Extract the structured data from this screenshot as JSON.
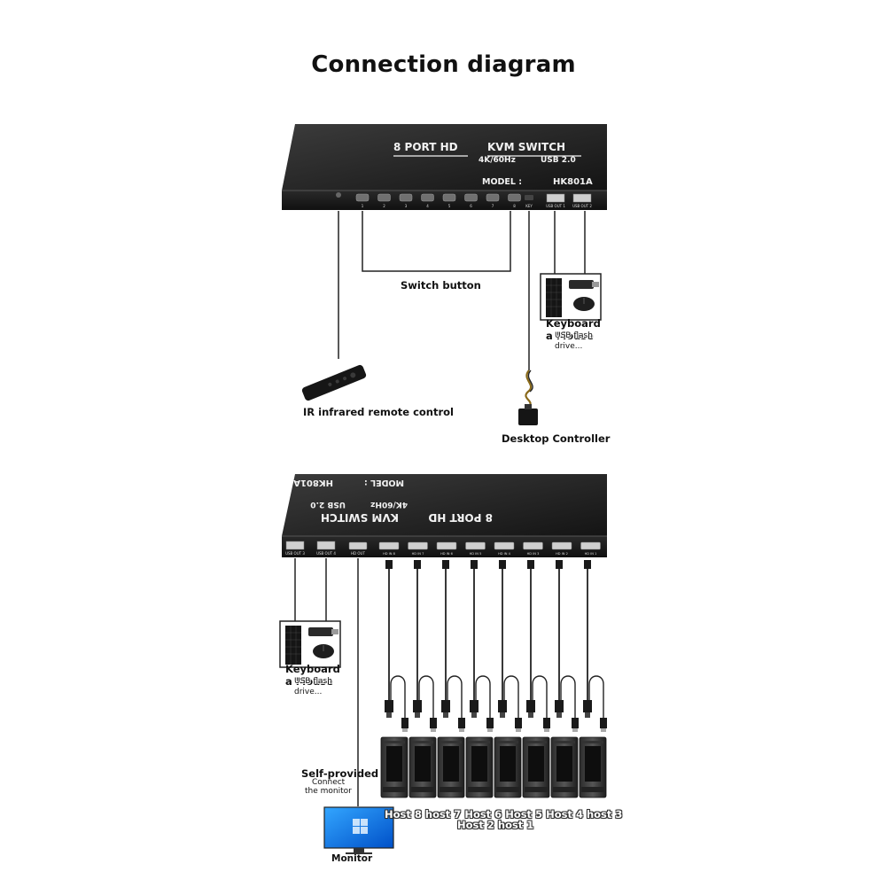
{
  "title": "Connection diagram",
  "device": {
    "name_line1": "8 PORT HD",
    "name_line2": "KVM SWITCH",
    "spec_refresh": "4K/60Hz",
    "spec_usb": "USB 2.0",
    "model_label": "MODEL :",
    "model_value": "HK801A"
  },
  "front_panel": {
    "buttons": [
      "1",
      "2",
      "3",
      "4",
      "5",
      "6",
      "7",
      "8"
    ],
    "key_port": "KEY",
    "usb_out_1": "USB OUT 1",
    "usb_out_2": "USB OUT 2"
  },
  "back_panel": {
    "usb_out_3": "USB OUT 3",
    "usb_out_4": "USB OUT 4",
    "hd_out": "HD OUT",
    "hd_inputs": [
      "HD IN 8",
      "HD IN 7",
      "HD IN 6",
      "HD IN 5",
      "HD IN 4",
      "HD IN 3",
      "HD IN 2",
      "HD IN 1"
    ]
  },
  "labels": {
    "switch_button": "Switch button",
    "keyboard_top": "Keyboard",
    "mouse_overlap": "a Mouse",
    "usb_flash": "USB flash",
    "drive": "drive...",
    "ir_remote": "IR infrared remote control",
    "desktop_controller": "Desktop Controller",
    "self_provided": "Self-provided",
    "connect_the_monitor_1": "Connect",
    "connect_the_monitor_2": "the monitor",
    "monitor": "Monitor",
    "hosts_line1": "Host 8 host 7 Host 6 Host 5 Host 4 host 3",
    "hosts_line2": "Host 2 host 1"
  }
}
